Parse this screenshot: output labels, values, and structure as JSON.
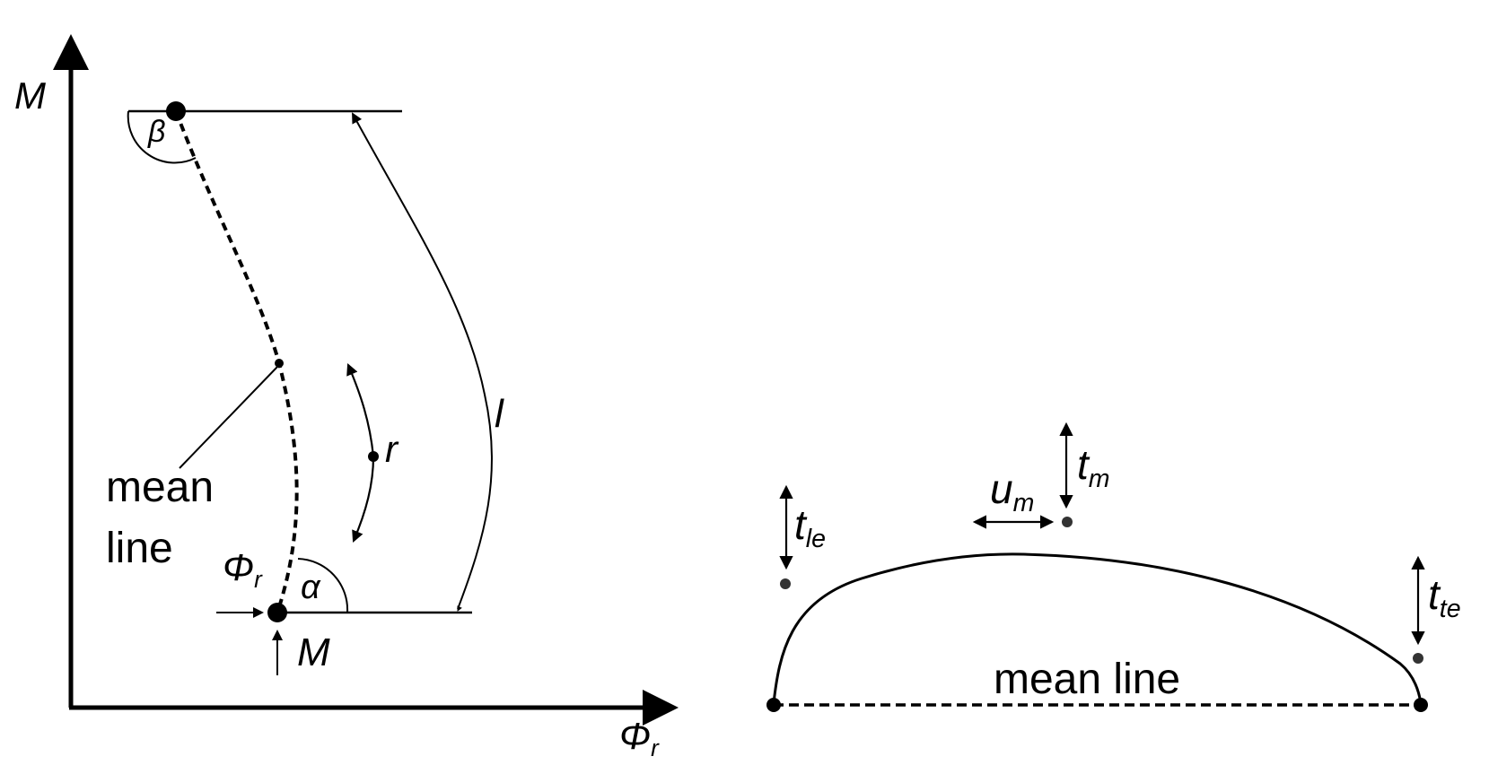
{
  "left_panel": {
    "y_axis_label": "M",
    "x_axis_label_main": "Φ",
    "x_axis_label_sub": "r",
    "angle_top": "β",
    "angle_bottom": "α",
    "length_label": "l",
    "radius_label": "r",
    "mean_line_label_1": "mean",
    "mean_line_label_2": "line",
    "inlet_phi_main": "Φ",
    "inlet_phi_sub": "r",
    "inlet_m": "M"
  },
  "right_panel": {
    "t_le_main": "t",
    "t_le_sub": "le",
    "u_m_main": "u",
    "u_m_sub": "m",
    "t_m_main": "t",
    "t_m_sub": "m",
    "t_te_main": "t",
    "t_te_sub": "te",
    "mean_line_label": "mean line"
  },
  "colors": {
    "line": "#000000",
    "control_point": "#333333",
    "background": "#ffffff"
  }
}
